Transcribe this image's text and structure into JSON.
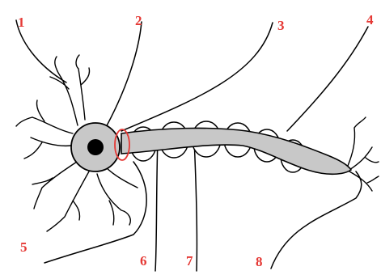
{
  "diagram": {
    "colors": {
      "stroke": "#000000",
      "fill": "#c8c8c8",
      "nucleus": "#000000",
      "highlight": "#e53935",
      "label": "#e53935"
    },
    "labels": [
      "1",
      "2",
      "3",
      "4",
      "5",
      "6",
      "7",
      "8"
    ]
  }
}
